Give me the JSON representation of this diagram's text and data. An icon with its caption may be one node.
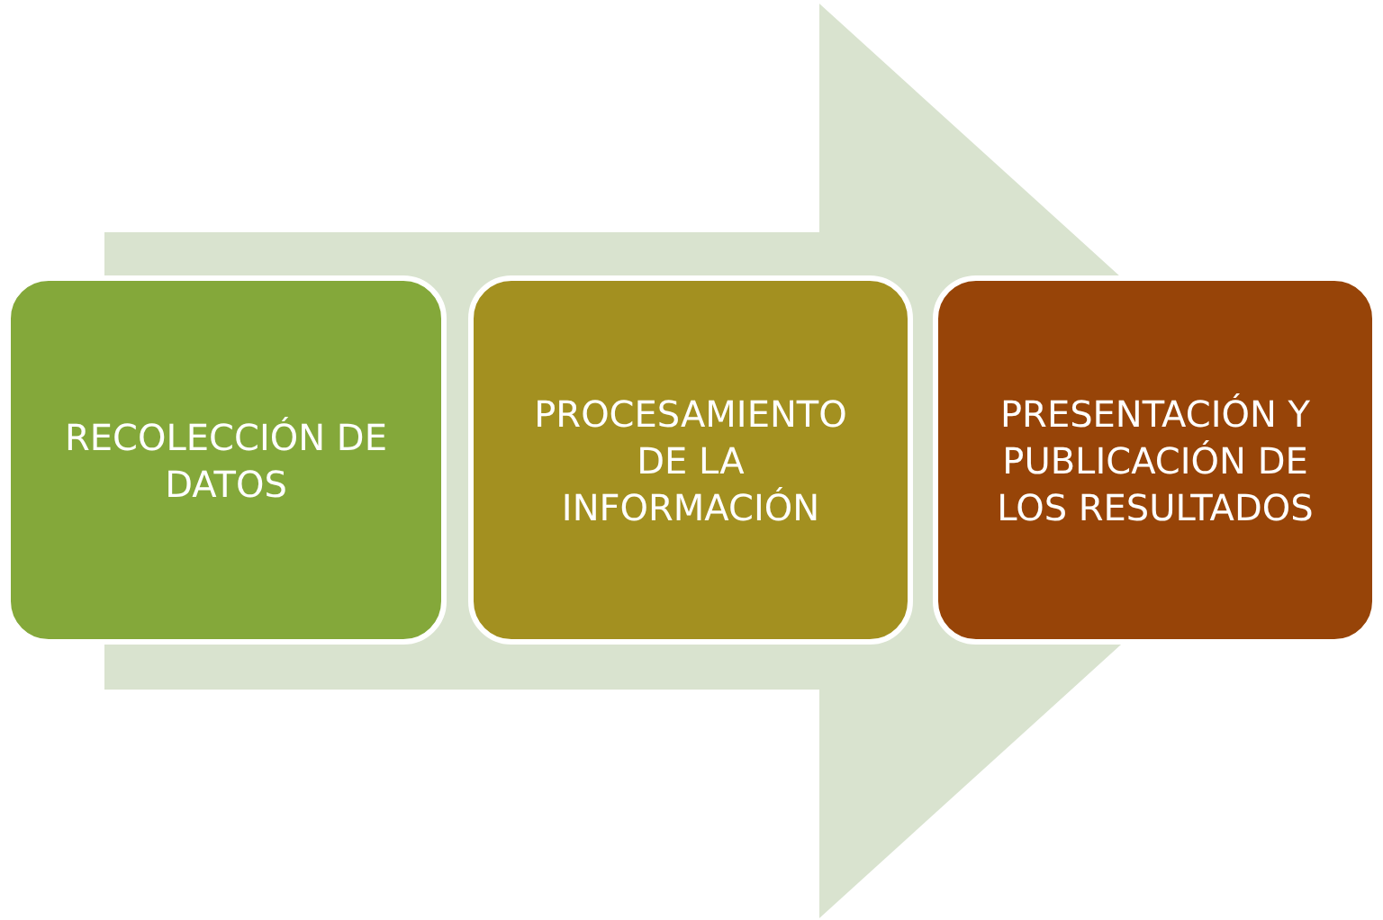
{
  "diagram": {
    "nodes": [
      {
        "text": [
          "RECOLECCIÓN DE DATOS"
        ]
      },
      {
        "text": [
          "PROCESAMIENTO DE LA INFORMACIÓN"
        ]
      },
      {
        "text": [
          "PRESENTACIÓN Y PUBLICACIÓN DE LOS RESULTADOS"
        ]
      }
    ],
    "edges": [
      {
        "from": 0,
        "to": 2,
        "arrow": "to"
      }
    ]
  }
}
